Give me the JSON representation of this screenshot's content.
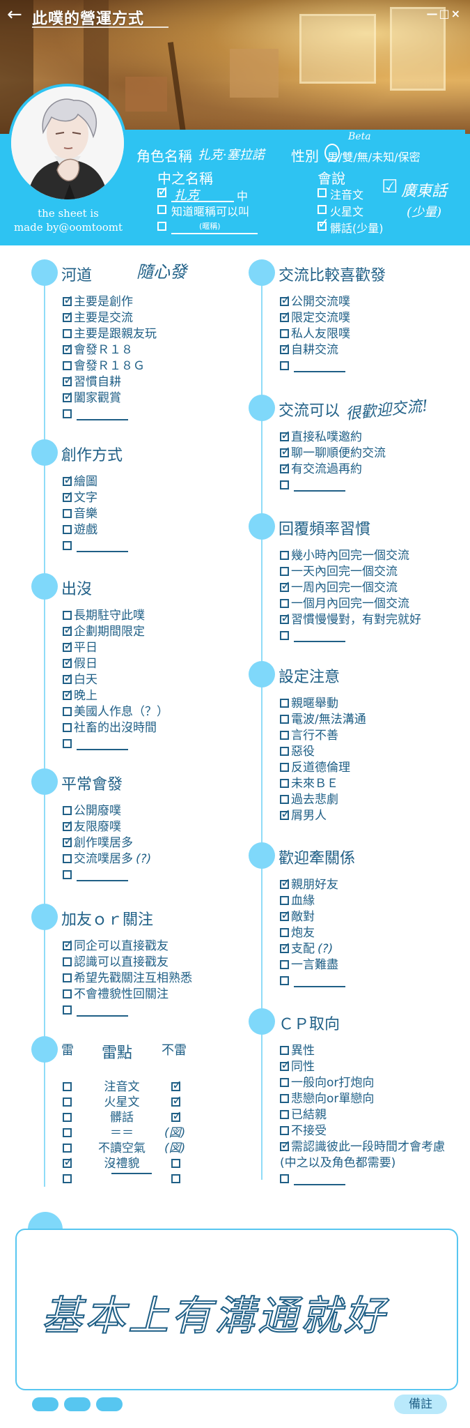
{
  "titlebar": {
    "title": "此噗的營運方式",
    "back_icon": "←",
    "window_controls": "—□×"
  },
  "profile": {
    "watermark_line1": "the sheet is",
    "watermark_line2": "made by@oomtoomt",
    "char_name_label": "角色名稱",
    "char_name_value": "扎克·塞拉諾",
    "gender_label": "性別",
    "gender_options": "男/雙/無/未知/保密",
    "gender_note": "Beta",
    "zh_name_label": "中之名稱",
    "zh_name_value": "扎克",
    "zh_name_suffix": "中",
    "nickname_ok": "知道暱稱可以叫",
    "nickname_hint": "(暱稱)",
    "language_label": "會說",
    "languages": [
      {
        "label": "注音文",
        "checked": false
      },
      {
        "label": "火星文",
        "checked": false
      },
      {
        "label": "髒話(少量)",
        "checked": true
      }
    ],
    "cantonese": "廣東話",
    "cantonese_note": "(少量)"
  },
  "sections_left": [
    {
      "title": "河道",
      "note": "隨心發",
      "items": [
        {
          "label": "主要是創作",
          "checked": true
        },
        {
          "label": "主要是交流",
          "checked": true
        },
        {
          "label": "主要是跟親友玩",
          "checked": false
        },
        {
          "label": "會發Ｒ１８",
          "checked": true
        },
        {
          "label": "會發Ｒ１８Ｇ",
          "checked": false
        },
        {
          "label": "習慣自耕",
          "checked": true
        },
        {
          "label": "闔家觀賞",
          "checked": true
        },
        {
          "label": "",
          "checked": false,
          "blank": true
        }
      ]
    },
    {
      "title": "創作方式",
      "items": [
        {
          "label": "繪圖",
          "checked": true
        },
        {
          "label": "文字",
          "checked": true
        },
        {
          "label": "音樂",
          "checked": false
        },
        {
          "label": "遊戲",
          "checked": false
        },
        {
          "label": "",
          "checked": false,
          "blank": true
        }
      ]
    },
    {
      "title": "出沒",
      "items": [
        {
          "label": "長期駐守此噗",
          "checked": false
        },
        {
          "label": "企劃期間限定",
          "checked": true
        },
        {
          "label": "平日",
          "checked": true
        },
        {
          "label": "假日",
          "checked": true
        },
        {
          "label": "白天",
          "checked": true
        },
        {
          "label": "晚上",
          "checked": true
        },
        {
          "label": "美國人作息（？）",
          "checked": false
        },
        {
          "label": "社畜的出沒時間",
          "checked": false
        },
        {
          "label": "",
          "checked": false,
          "blank": true
        }
      ]
    },
    {
      "title": "平常會發",
      "items": [
        {
          "label": "公開廢噗",
          "checked": false
        },
        {
          "label": "友限廢噗",
          "checked": true
        },
        {
          "label": "創作噗居多",
          "checked": true
        },
        {
          "label": "交流噗居多",
          "checked": false,
          "note": "(?)"
        },
        {
          "label": "",
          "checked": false,
          "blank": true
        }
      ]
    },
    {
      "title": "加友ｏｒ關注",
      "items": [
        {
          "label": "同企可以直接戳友",
          "checked": true
        },
        {
          "label": "認識可以直接戳友",
          "checked": false
        },
        {
          "label": "希望先戳關注互相熟悉",
          "checked": false
        },
        {
          "label": "不會禮貌性回關注",
          "checked": false
        },
        {
          "label": "",
          "checked": false,
          "blank": true
        }
      ]
    }
  ],
  "thunder": {
    "title": "雷點",
    "left_head": "雷",
    "right_head": "不雷",
    "rows": [
      {
        "label": "注音文",
        "thunder": false,
        "ok": true,
        "ok_text": ""
      },
      {
        "label": "火星文",
        "thunder": false,
        "ok": true,
        "ok_text": ""
      },
      {
        "label": "髒話",
        "thunder": false,
        "ok": true,
        "ok_text": ""
      },
      {
        "label": "＝＝",
        "thunder": false,
        "ok": false,
        "ok_text": "(図)"
      },
      {
        "label": "不讀空氣",
        "thunder": false,
        "ok": false,
        "ok_text": "(図)"
      },
      {
        "label": "沒禮貌",
        "thunder": true,
        "ok": false,
        "ok_text": ""
      },
      {
        "label": "",
        "thunder": false,
        "ok": false,
        "ok_text": "",
        "blank": true
      }
    ]
  },
  "sections_right": [
    {
      "title": "交流比較喜歡發",
      "items": [
        {
          "label": "公開交流噗",
          "checked": true
        },
        {
          "label": "限定交流噗",
          "checked": true
        },
        {
          "label": "私人友限噗",
          "checked": false
        },
        {
          "label": "自耕交流",
          "checked": true
        },
        {
          "label": "",
          "checked": false,
          "blank": true
        }
      ]
    },
    {
      "title": "交流可以",
      "note": "很歡迎交流!",
      "items": [
        {
          "label": "直接私噗邀約",
          "checked": true
        },
        {
          "label": "聊一聊順便約交流",
          "checked": true
        },
        {
          "label": "有交流過再約",
          "checked": true
        },
        {
          "label": "",
          "checked": false,
          "blank": true
        }
      ]
    },
    {
      "title": "回覆頻率習慣",
      "items": [
        {
          "label": "幾小時內回完一個交流",
          "checked": false
        },
        {
          "label": "一天內回完一個交流",
          "checked": false
        },
        {
          "label": "一周內回完一個交流",
          "checked": true
        },
        {
          "label": "一個月內回完一個交流",
          "checked": false
        },
        {
          "label": "習慣慢慢對，有對完就好",
          "checked": true
        },
        {
          "label": "",
          "checked": false,
          "blank": true
        }
      ]
    },
    {
      "title": "設定注意",
      "items": [
        {
          "label": "親暱舉動",
          "checked": false
        },
        {
          "label": "電波/無法溝通",
          "checked": false
        },
        {
          "label": "言行不善",
          "checked": false
        },
        {
          "label": "惡役",
          "checked": false
        },
        {
          "label": "反道德倫理",
          "checked": false
        },
        {
          "label": "未來ＢＥ",
          "checked": false
        },
        {
          "label": "過去悲劇",
          "checked": false
        },
        {
          "label": "屑男人",
          "checked": true
        }
      ]
    },
    {
      "title": "歡迎牽關係",
      "items": [
        {
          "label": "親朋好友",
          "checked": true
        },
        {
          "label": "血緣",
          "checked": false
        },
        {
          "label": "敵對",
          "checked": true
        },
        {
          "label": "炮友",
          "checked": false
        },
        {
          "label": "支配",
          "checked": true,
          "note": "(?)"
        },
        {
          "label": "一言難盡",
          "checked": false
        },
        {
          "label": "",
          "checked": false,
          "blank": true
        }
      ]
    },
    {
      "title": "ＣＰ取向",
      "items": [
        {
          "label": "異性",
          "checked": false
        },
        {
          "label": "同性",
          "checked": true
        },
        {
          "label": "一般向or打炮向",
          "checked": false
        },
        {
          "label": "悲戀向or單戀向",
          "checked": false
        },
        {
          "label": "已結親",
          "checked": false
        },
        {
          "label": "不接受",
          "checked": false
        },
        {
          "label": "需認識彼此一段時間才會考慮",
          "checked": true
        },
        {
          "label": "(中之以及角色都需要)",
          "checked": false,
          "plain": true
        },
        {
          "label": "",
          "checked": false,
          "blank": true
        }
      ]
    }
  ],
  "remarks": {
    "text": "基本上有溝通就好",
    "button_label": "備註"
  }
}
